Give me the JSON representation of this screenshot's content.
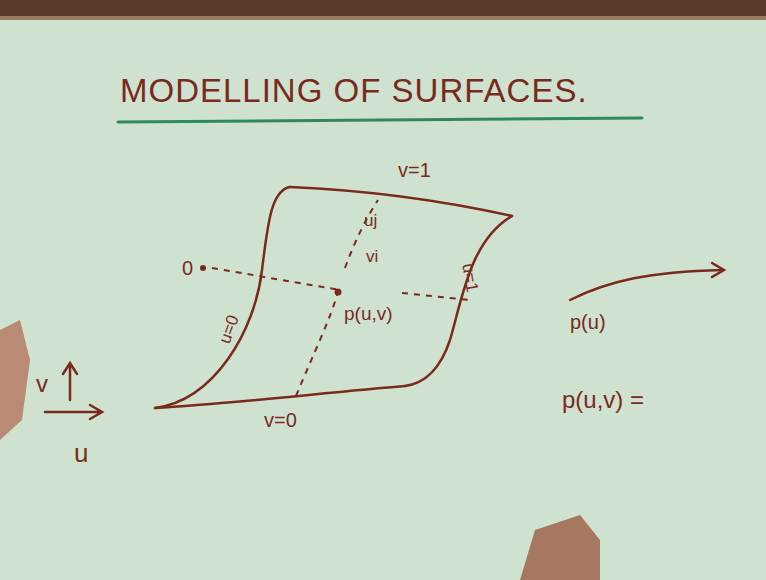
{
  "diagram": {
    "title": "MODELLING OF SURFACES.",
    "labels": [
      "v=1",
      "uj",
      "0",
      "u=0",
      "vi",
      "p(u,v)",
      "u=1",
      "v=0",
      "v",
      "u",
      "p(u)",
      "p(u,v) ="
    ]
  }
}
